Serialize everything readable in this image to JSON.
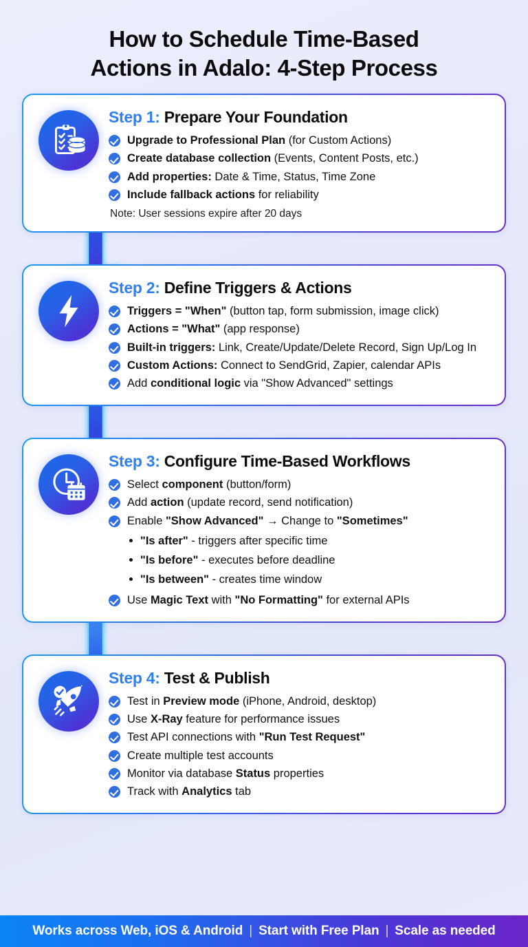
{
  "title": {
    "line1": "How to Schedule Time-Based",
    "line2": "Actions in Adalo: 4-Step Process"
  },
  "colors": {
    "accent_blue": "#2f7ff0",
    "gradient_start": "#0a84f5",
    "gradient_end": "#6b25c8",
    "background": "#e7eafc",
    "check_blue": "#2f6fe0"
  },
  "steps": [
    {
      "icon": "clipboard-database-icon",
      "label": "Step 1:",
      "title": "Prepare Your Foundation",
      "bullets": [
        {
          "strong": "Upgrade to Professional Plan",
          "rest": " (for Custom Actions)"
        },
        {
          "strong": "Create database collection",
          "rest": " (Events, Content Posts, etc.)"
        },
        {
          "strong": "Add properties:",
          "rest": " Date & Time, Status, Time Zone"
        },
        {
          "strong": "Include fallback actions",
          "rest": " for reliability"
        }
      ],
      "note": "Note: User sessions expire after 20 days"
    },
    {
      "icon": "lightning-bolt-icon",
      "label": "Step 2:",
      "title": "Define Triggers & Actions",
      "bullets": [
        {
          "strong": "Triggers = \"When\"",
          "rest": " (button tap, form submission, image click)"
        },
        {
          "strong": "Actions = \"What\"",
          "rest": " (app response)"
        },
        {
          "strong": "Built-in triggers:",
          "rest": " Link, Create/Update/Delete Record, Sign Up/Log In"
        },
        {
          "strong": "Custom Actions:",
          "rest": " Connect to SendGrid, Zapier, calendar APIs"
        },
        {
          "pre": "Add ",
          "strong": "conditional logic",
          "rest": " via \"Show Advanced\" settings"
        }
      ]
    },
    {
      "icon": "clock-calendar-icon",
      "label": "Step 3:",
      "title": "Configure Time-Based Workflows",
      "bullets": [
        {
          "pre": "Select ",
          "strong": "component",
          "rest": " (button/form)"
        },
        {
          "pre": "Add ",
          "strong": "action",
          "rest": " (update record, send notification)"
        },
        {
          "pre": "Enable ",
          "strong": "\"Show Advanced\"",
          "mid": " → Change to ",
          "strong2": "\"Sometimes\""
        }
      ],
      "sub_bullets": [
        {
          "strong": "\"Is after\"",
          "rest": " - triggers after specific time"
        },
        {
          "strong": "\"Is before\"",
          "rest": " - executes before deadline"
        },
        {
          "strong": "\"Is between\"",
          "rest": " - creates time window"
        }
      ],
      "last_bullet": {
        "pre": "Use ",
        "strong": "Magic Text",
        "mid": " with ",
        "strong2": "\"No Formatting\"",
        "rest": " for external APIs"
      }
    },
    {
      "icon": "rocket-check-icon",
      "label": "Step 4:",
      "title": "Test & Publish",
      "bullets": [
        {
          "pre": "Test in ",
          "strong": "Preview mode",
          "rest": " (iPhone, Android, desktop)"
        },
        {
          "pre": "Use ",
          "strong": "X-Ray",
          "rest": " feature for performance issues"
        },
        {
          "pre": "Test API connections with ",
          "strong": "\"Run Test Request\"",
          "rest": ""
        },
        {
          "pre": "Create multiple test accounts",
          "strong": "",
          "rest": ""
        },
        {
          "pre": "Monitor via database ",
          "strong": "Status",
          "rest": " properties"
        },
        {
          "pre": "Track with ",
          "strong": "Analytics",
          "rest": " tab"
        }
      ]
    }
  ],
  "footer": {
    "item1": "Works across Web, iOS & Android",
    "sep1": "|",
    "item2": "Start with Free Plan",
    "sep2": "|",
    "item3": "Scale as needed"
  }
}
